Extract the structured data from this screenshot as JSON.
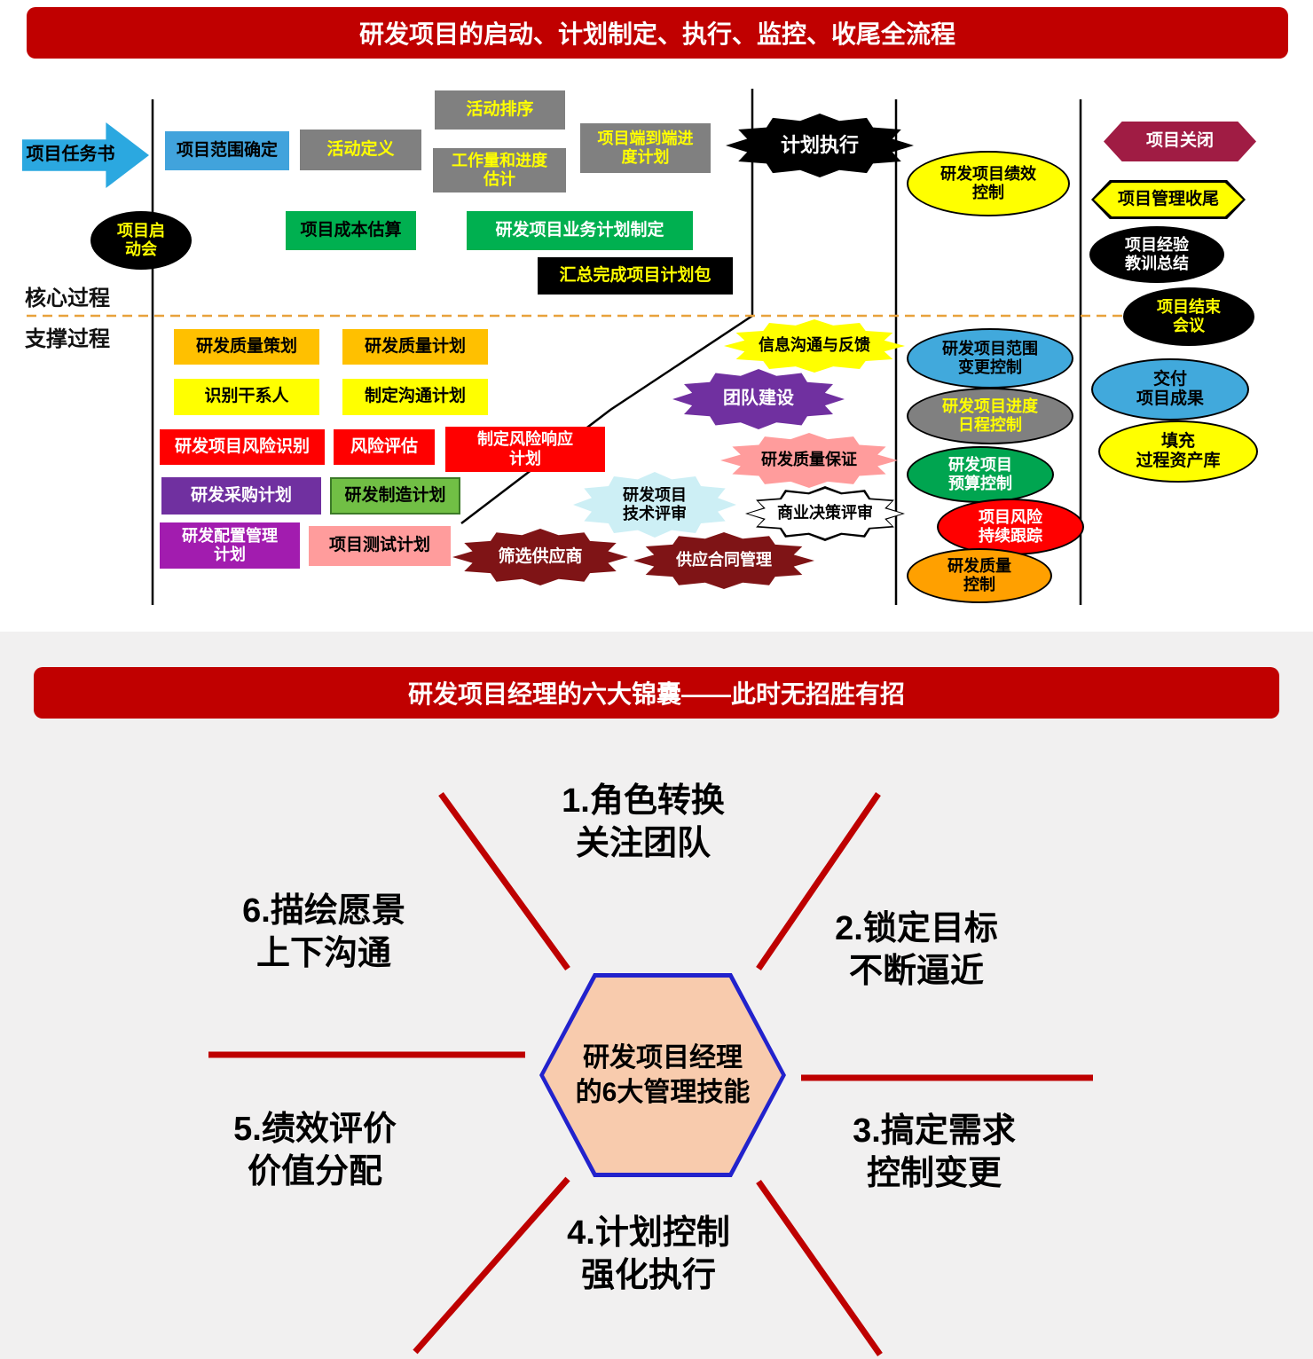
{
  "top": {
    "title": "研发项目的启动、计划制定、执行、监控、收尾全流程",
    "row_labels": {
      "core": "核心过程",
      "support": "支撑过程"
    },
    "nodes": {
      "task_book": "项目任务书",
      "scope_confirm": "项目范围确定",
      "activity_def": "活动定义",
      "activity_seq": "活动排序",
      "workload_est": "工作量和进度\n估计",
      "e2e_schedule": "项目端到端进\n度计划",
      "plan_exec": "计划执行",
      "perf_control": "研发项目绩效\n控制",
      "proj_close": "项目关闭",
      "pm_closeout": "项目管理收尾",
      "lessons": "项目经验\n教训总结",
      "end_meeting": "项目结束\n会议",
      "kickoff": "项目启\n动会",
      "cost_est": "项目成本估算",
      "biz_plan": "研发项目业务计划制定",
      "plan_package": "汇总完成项目计划包",
      "quality_planning": "研发质量策划",
      "quality_plan": "研发质量计划",
      "stakeholders": "识别干系人",
      "comm_plan": "制定沟通计划",
      "risk_id": "研发项目风险识别",
      "risk_eval": "风险评估",
      "risk_response": "制定风险响应\n计划",
      "procurement": "研发采购计划",
      "manufacturing": "研发制造计划",
      "config_mgmt": "研发配置管理\n计划",
      "test_plan": "项目测试计划",
      "supplier_select": "筛选供应商",
      "supply_contract": "供应合同管理",
      "tech_review": "研发项目\n技术评审",
      "biz_review": "商业决策评审",
      "team_building": "团队建设",
      "info_comm": "信息沟通与反馈",
      "qa": "研发质量保证",
      "scope_change": "研发项目范围\n变更控制",
      "schedule_control": "研发项目进度\n日程控制",
      "budget_control": "研发项目\n预算控制",
      "risk_tracking": "项目风险\n持续跟踪",
      "quality_control": "研发质量\n控制",
      "deliver": "交付\n项目成果",
      "asset_lib": "填充\n过程资产库"
    }
  },
  "bottom": {
    "title": "研发项目经理的六大锦囊——此时无招胜有招",
    "center": "研发项目经理\n的6大管理技能",
    "items": [
      "1.角色转换\n关注团队",
      "2.锁定目标\n不断逼近",
      "3.搞定需求\n控制变更",
      "4.计划控制\n强化执行",
      "5.绩效评价\n价值分配",
      "6.描绘愿景\n上下沟通"
    ]
  },
  "colors": {
    "banner_red": "#C00000",
    "spoke_red": "#BE0000",
    "gray_box": "#808080",
    "yellow": "#FFFF00",
    "orange": "#FFC000",
    "green": "#00B050",
    "red": "#FF0000",
    "purple": "#7030A0",
    "magenta": "#A21CAF",
    "pink": "#FF9C9C",
    "blue": "#41A9DC",
    "light_cyan": "#CDEFF5",
    "dark_red_burst": "#7F1416",
    "close_hex": "#A01C44",
    "center_hex_fill": "#F8CBAD",
    "center_hex_border": "#2222CC"
  }
}
